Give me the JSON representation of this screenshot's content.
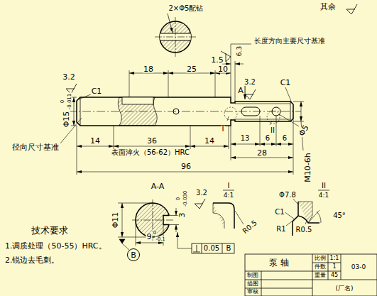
{
  "diagram": {
    "nodes": [
      {
        "text": [
          "B"
        ]
      }
    ],
    "labels": [
      "2×Φ5配钻",
      "其余",
      "长度方向主要尺寸基准",
      "1.5",
      "6.3",
      "3.2",
      "C1",
      "18",
      "25",
      "10",
      "3.2",
      "A",
      "C1",
      "Φ15",
      "0",
      "-0.011",
      "Φ5",
      "M10-6h",
      "I",
      "II",
      "径向尺寸基准",
      "14",
      "36",
      "表面淬火（56-62）HRC",
      "14",
      "13",
      "6",
      "6",
      "28",
      "96",
      "A-A",
      "3.2",
      "3",
      "0",
      "-0.030",
      "Φ11",
      "9",
      "0",
      "-0.1",
      "0.05",
      "B",
      "I",
      "4:1",
      "R0.5",
      "II",
      "4:1",
      "Φ7.8",
      "C1",
      "R1",
      "R0.5",
      "45°",
      "技术要求",
      "1.调质处理（50-55）HRC。",
      "2.锐边去毛刺。",
      "泵 轴",
      "比例",
      "1:1",
      "件数",
      "1",
      "重量",
      "45",
      "制图",
      "描图",
      "审核",
      "(厂名)",
      "03-0"
    ]
  }
}
